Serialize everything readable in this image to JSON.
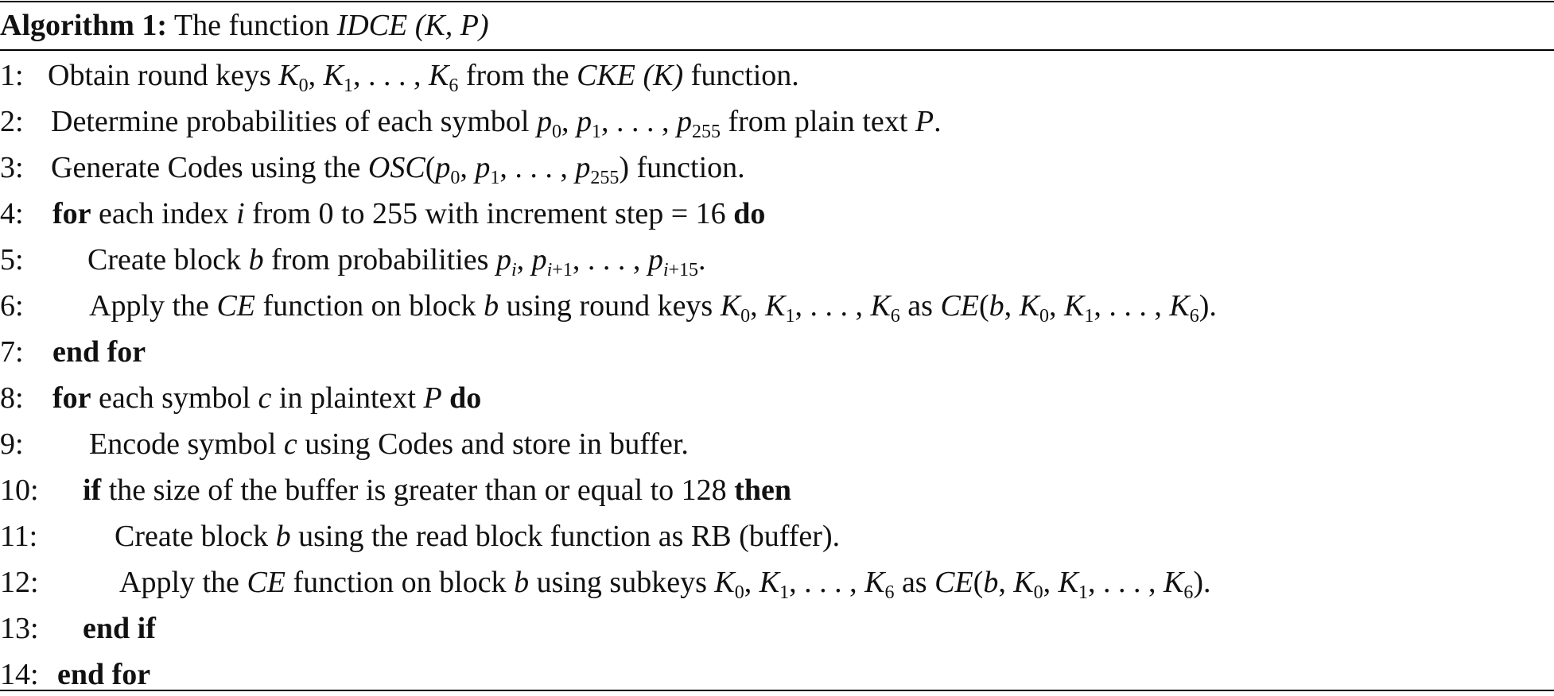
{
  "algorithm": {
    "label": "Algorithm 1:",
    "title_prefix": "The function",
    "function_name": "IDCE",
    "function_args": "(K, P)"
  },
  "lines": [
    {
      "num": "1:",
      "text": "Obtain round keys K₀, K₁, . . . , K₆ from the CKE (K) function."
    },
    {
      "num": "2:",
      "text": "Determine probabilities of each symbol p₀, p₁, . . . , p₂₅₅ from plain text P."
    },
    {
      "num": "3:",
      "text": "Generate Codes using the OSC(p₀, p₁, . . . , p₂₅₅) function."
    },
    {
      "num": "4:",
      "text": "for each index i from 0 to 255 with increment step = 16 do"
    },
    {
      "num": "5:",
      "text": "Create block b from probabilities pᵢ, pᵢ₊₁, . . . , pᵢ₊₁₅."
    },
    {
      "num": "6:",
      "text": "Apply the CE function on block b using round keys K₀, K₁, . . . , K₆ as CE(b, K₀, K₁, . . . , K₆)."
    },
    {
      "num": "7:",
      "text": "end for"
    },
    {
      "num": "8:",
      "text": "for each symbol c in plaintext P do"
    },
    {
      "num": "9:",
      "text": "Encode symbol c using Codes and store in buffer."
    },
    {
      "num": "10:",
      "text": "if the size of the buffer is greater than or equal to 128 then"
    },
    {
      "num": "11:",
      "text": "Create block b using the read block function as RB (buffer)."
    },
    {
      "num": "12:",
      "text": "Apply the CE function on block b using subkeys K₀, K₁, . . . , K₆ as CE(b, K₀, K₁, . . . , K₆)."
    },
    {
      "num": "13:",
      "text": "end if"
    },
    {
      "num": "14:",
      "text": "end for"
    }
  ]
}
